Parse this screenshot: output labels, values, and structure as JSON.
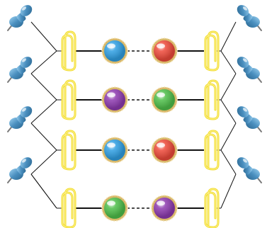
{
  "diagram": {
    "left_pins": [
      "pin-icon",
      "pin-icon",
      "pin-icon",
      "pin-icon"
    ],
    "right_pins": [
      "pin-icon",
      "pin-icon",
      "pin-icon",
      "pin-icon"
    ],
    "rows": [
      {
        "left_marble": "blue",
        "right_marble": "red"
      },
      {
        "left_marble": "purple",
        "right_marble": "green"
      },
      {
        "left_marble": "blue",
        "right_marble": "red"
      },
      {
        "left_marble": "green",
        "right_marble": "purple"
      }
    ]
  },
  "colors": {
    "blue": "#2f9fe3",
    "red": "#ee4a3b",
    "purple": "#8e3bb0",
    "green": "#4fbf4a",
    "gold_ring": "#d9b86a",
    "clip": "#f2dc2a",
    "pin": "#4a8fbf",
    "line": "#111111"
  }
}
